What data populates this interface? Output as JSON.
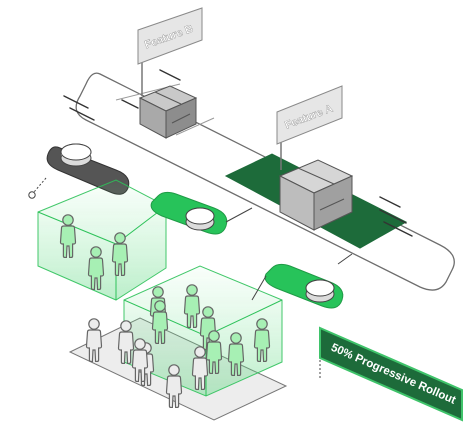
{
  "flags": [
    {
      "label": "Feature B",
      "status": "off"
    },
    {
      "label": "Feature A",
      "status": "partial-rollout"
    }
  ],
  "rollout": {
    "label": "50% Progressive Rollout",
    "percent": 50
  },
  "toggles": [
    {
      "name": "toggle-off",
      "state": "off"
    },
    {
      "name": "toggle-on-1",
      "state": "on"
    },
    {
      "name": "toggle-on-2",
      "state": "on"
    }
  ],
  "groups": [
    {
      "name": "group-enabled-1",
      "enabled": true,
      "people": 3
    },
    {
      "name": "group-enabled-2",
      "enabled": true,
      "people": 7
    },
    {
      "name": "group-disabled",
      "enabled": false,
      "people": 6
    }
  ],
  "colors": {
    "brand_green": "#1d6b3a",
    "toggle_green": "#27c35a",
    "person_green": "#a7f0b4",
    "person_grey": "#ececec",
    "toggle_grey": "#555555",
    "outline": "#666666"
  },
  "icons": [
    "person-icon",
    "package-icon",
    "toggle-icon",
    "flag-icon"
  ]
}
